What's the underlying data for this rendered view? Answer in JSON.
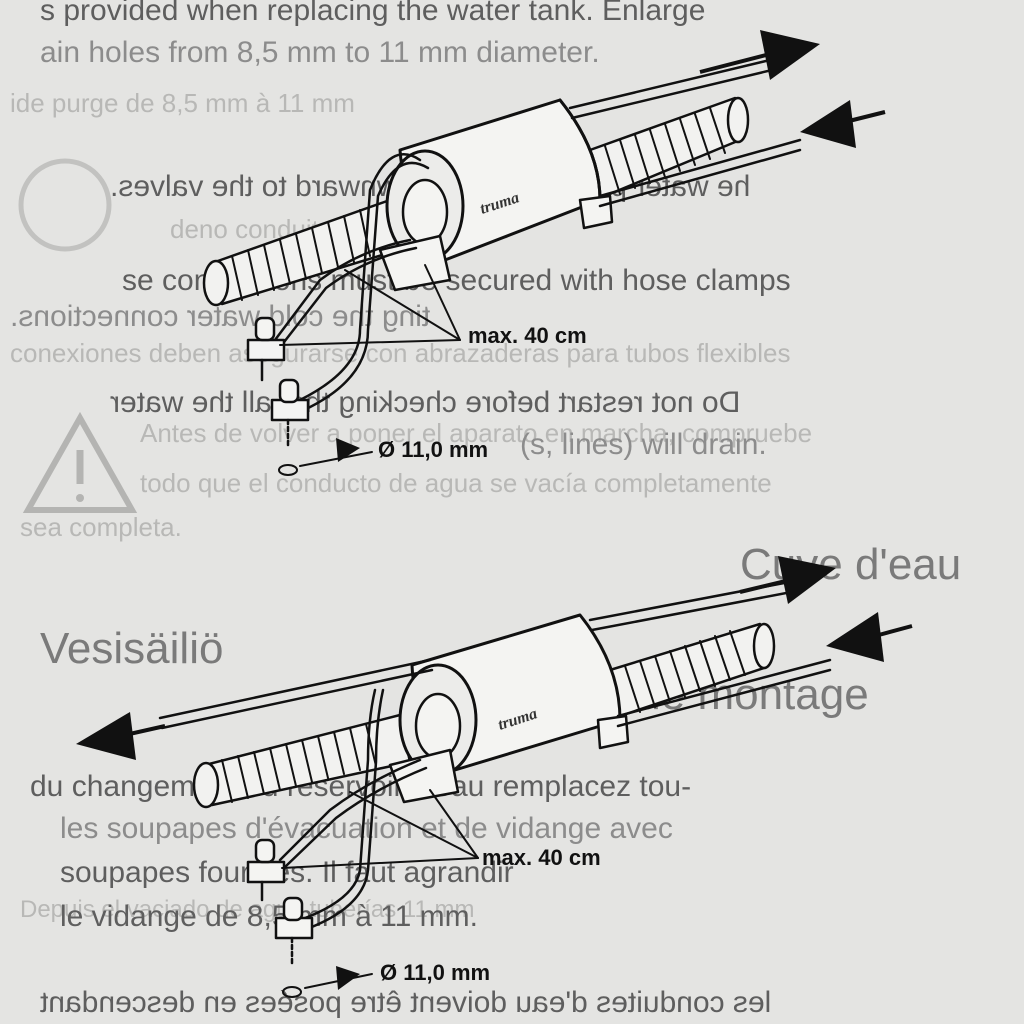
{
  "background_text": {
    "line_1": "s provided when replacing the water tank. Enlarge",
    "line_2": "ain holes from 8,5 mm to 11 mm diameter.",
    "line_3": "he water pipes must be downward to the valves.",
    "line_4": "se connections must be secured with hose clamps",
    "line_5": "ting the cold water connections.",
    "line_6": "Do not restart before checking that all the water",
    "line_7": "(s, lines) will drain.",
    "heading_fr": "Cuve d'eau",
    "heading_fi": "Vesisäiliö",
    "heading_fr2": "ructions de montage",
    "para_fr_1": "du changement du réservoir d'eau remplacez tou-",
    "para_fr_2": "les soupapes d'évacuation et de vidange avec",
    "para_fr_3": "soupapes fournies. Il faut agrandir",
    "para_fr_4": "le vidange de 8,5 mm à 11 mm.",
    "para_fr_5": "les conduites d'eau doivent être posées en descendant"
  },
  "figures": [
    {
      "brand": "truma",
      "max_length_label": "max. 40 cm",
      "diameter_label": "Ø 11,0 mm"
    },
    {
      "brand": "truma",
      "max_length_label": "max. 40 cm",
      "diameter_label": "Ø 11,0 mm"
    }
  ],
  "colors": {
    "paper": "#e4e4e2",
    "ink": "#111111",
    "ghost_text": "#8c8c8c"
  },
  "icons": [
    "warning-triangle-icon",
    "arrow-out-icon",
    "arrow-in-icon"
  ]
}
